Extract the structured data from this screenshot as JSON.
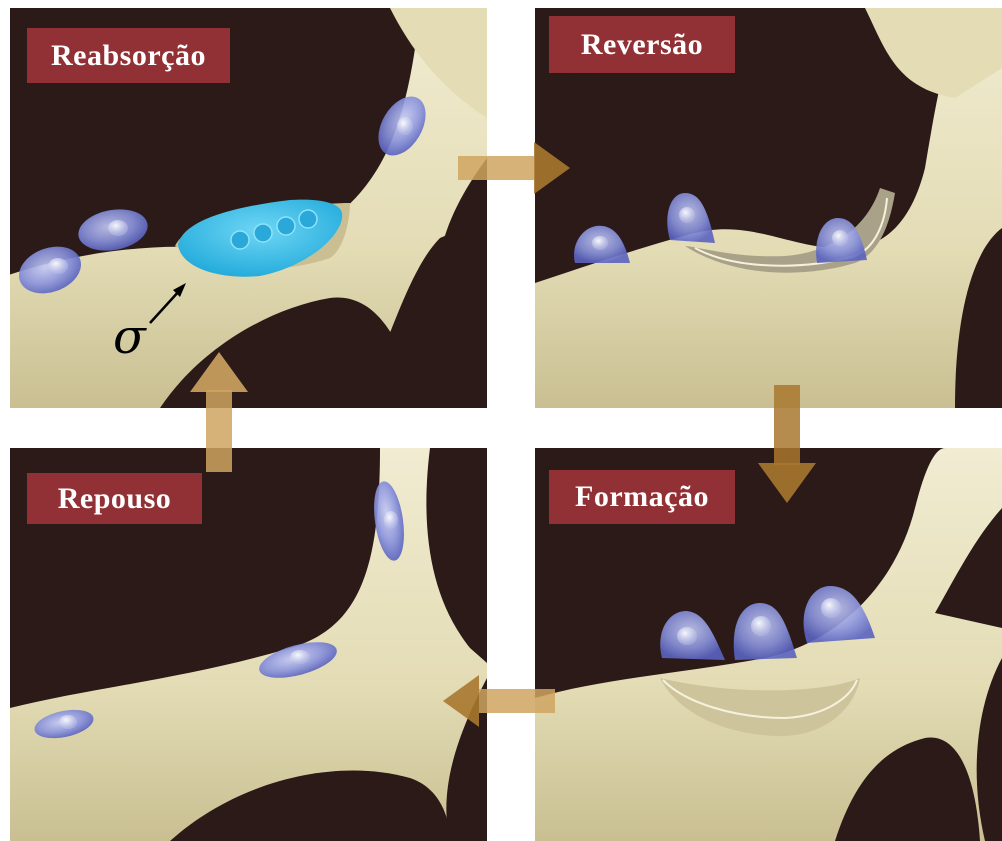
{
  "stages": {
    "resorption": {
      "label": "Reabsorção"
    },
    "reversal": {
      "label": "Reversão"
    },
    "resting": {
      "label": "Repouso"
    },
    "formation": {
      "label": "Formação"
    }
  },
  "annotation": {
    "symbol": "σ"
  },
  "colors": {
    "background": "#2b1a17",
    "bone": "#e7e1bd",
    "label_bg": "#923135",
    "cell": "#7d87d6",
    "osteoclast": "#3cb8e6",
    "arrow": "#cfa460"
  },
  "cycle_order": [
    "Reabsorção",
    "Reversão",
    "Formação",
    "Repouso"
  ]
}
